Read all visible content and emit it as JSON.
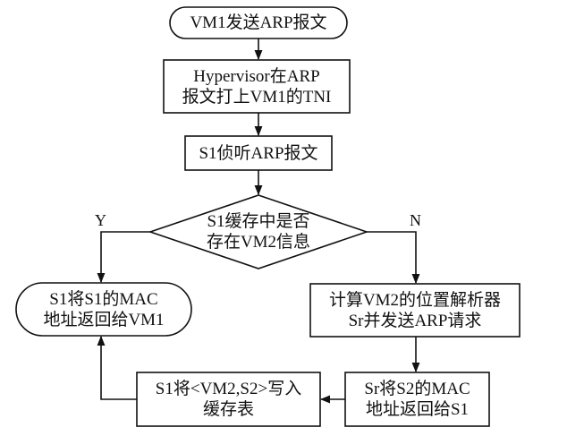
{
  "diagram": {
    "nodes": {
      "start": {
        "lines": [
          "VM1发送ARP报文"
        ]
      },
      "tag_tni": {
        "lines": [
          "Hypervisor在ARP",
          "报文打上VM1的TNI"
        ]
      },
      "snoop": {
        "lines": [
          "S1侦听ARP报文"
        ]
      },
      "decision": {
        "lines": [
          "S1缓存中是否",
          "存在VM2信息"
        ]
      },
      "return_mac": {
        "lines": [
          "S1将S1的MAC",
          "地址返回给VM1"
        ]
      },
      "compute_resolver": {
        "lines": [
          "计算VM2的位置解析器",
          "Sr并发送ARP请求"
        ]
      },
      "sr_return": {
        "lines": [
          "Sr将S2的MAC",
          "地址返回给S1"
        ]
      },
      "write_cache": {
        "lines": [
          "S1将<VM2,S2>写入",
          "缓存表"
        ]
      }
    },
    "branches": {
      "yes": "Y",
      "no": "N"
    }
  }
}
